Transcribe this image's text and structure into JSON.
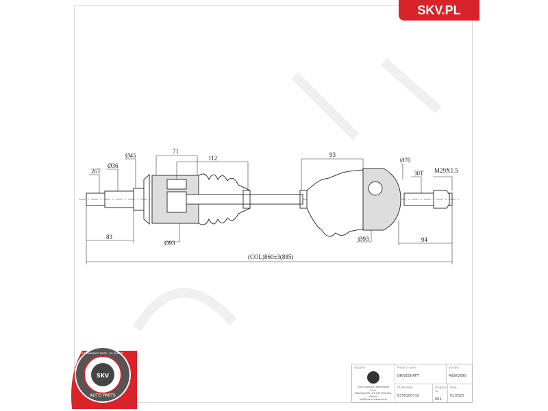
{
  "brand": {
    "logo_text": "SKV.PL",
    "color": "#d8232a"
  },
  "drawing": {
    "dimensions": {
      "spline_left": "26T",
      "dia_36": "Ø36",
      "dia_45": "Ø45",
      "len_71": "71",
      "len_112": "112",
      "len_83": "83",
      "dia_93_left": "Ø93",
      "len_93": "93",
      "dia_70": "Ø70",
      "spline_right": "30T",
      "thread": "M29X1.5",
      "dia_93_right": "Ø93",
      "len_94": "94",
      "total_length": "(COL)860±3(885)"
    }
  },
  "seal": {
    "ring_text": "AFTERMARKET PRICE · OE QUALITY",
    "center_text": "SKV",
    "bottom_text": "AUTO PARTS"
  },
  "title_block": {
    "supplier_label": "Supplier",
    "supplier_lines": [
      "ESKV Wojciech Wiśniewski S.K.A.",
      "Papowska 65, 61-000 Wrocław, Poland",
      "info@skv.pl www.skv.pl"
    ],
    "product_name_label": "Product name",
    "product_name": "DRIVESHAFT",
    "symbol_label": "Symbol",
    "symbol": "40SKV090",
    "oe_label": "OE Number",
    "oe_number": "6350200710",
    "diagram_label": "Diagram no",
    "diagram_no": "001",
    "date_label": "Date",
    "date": "01/2025"
  }
}
